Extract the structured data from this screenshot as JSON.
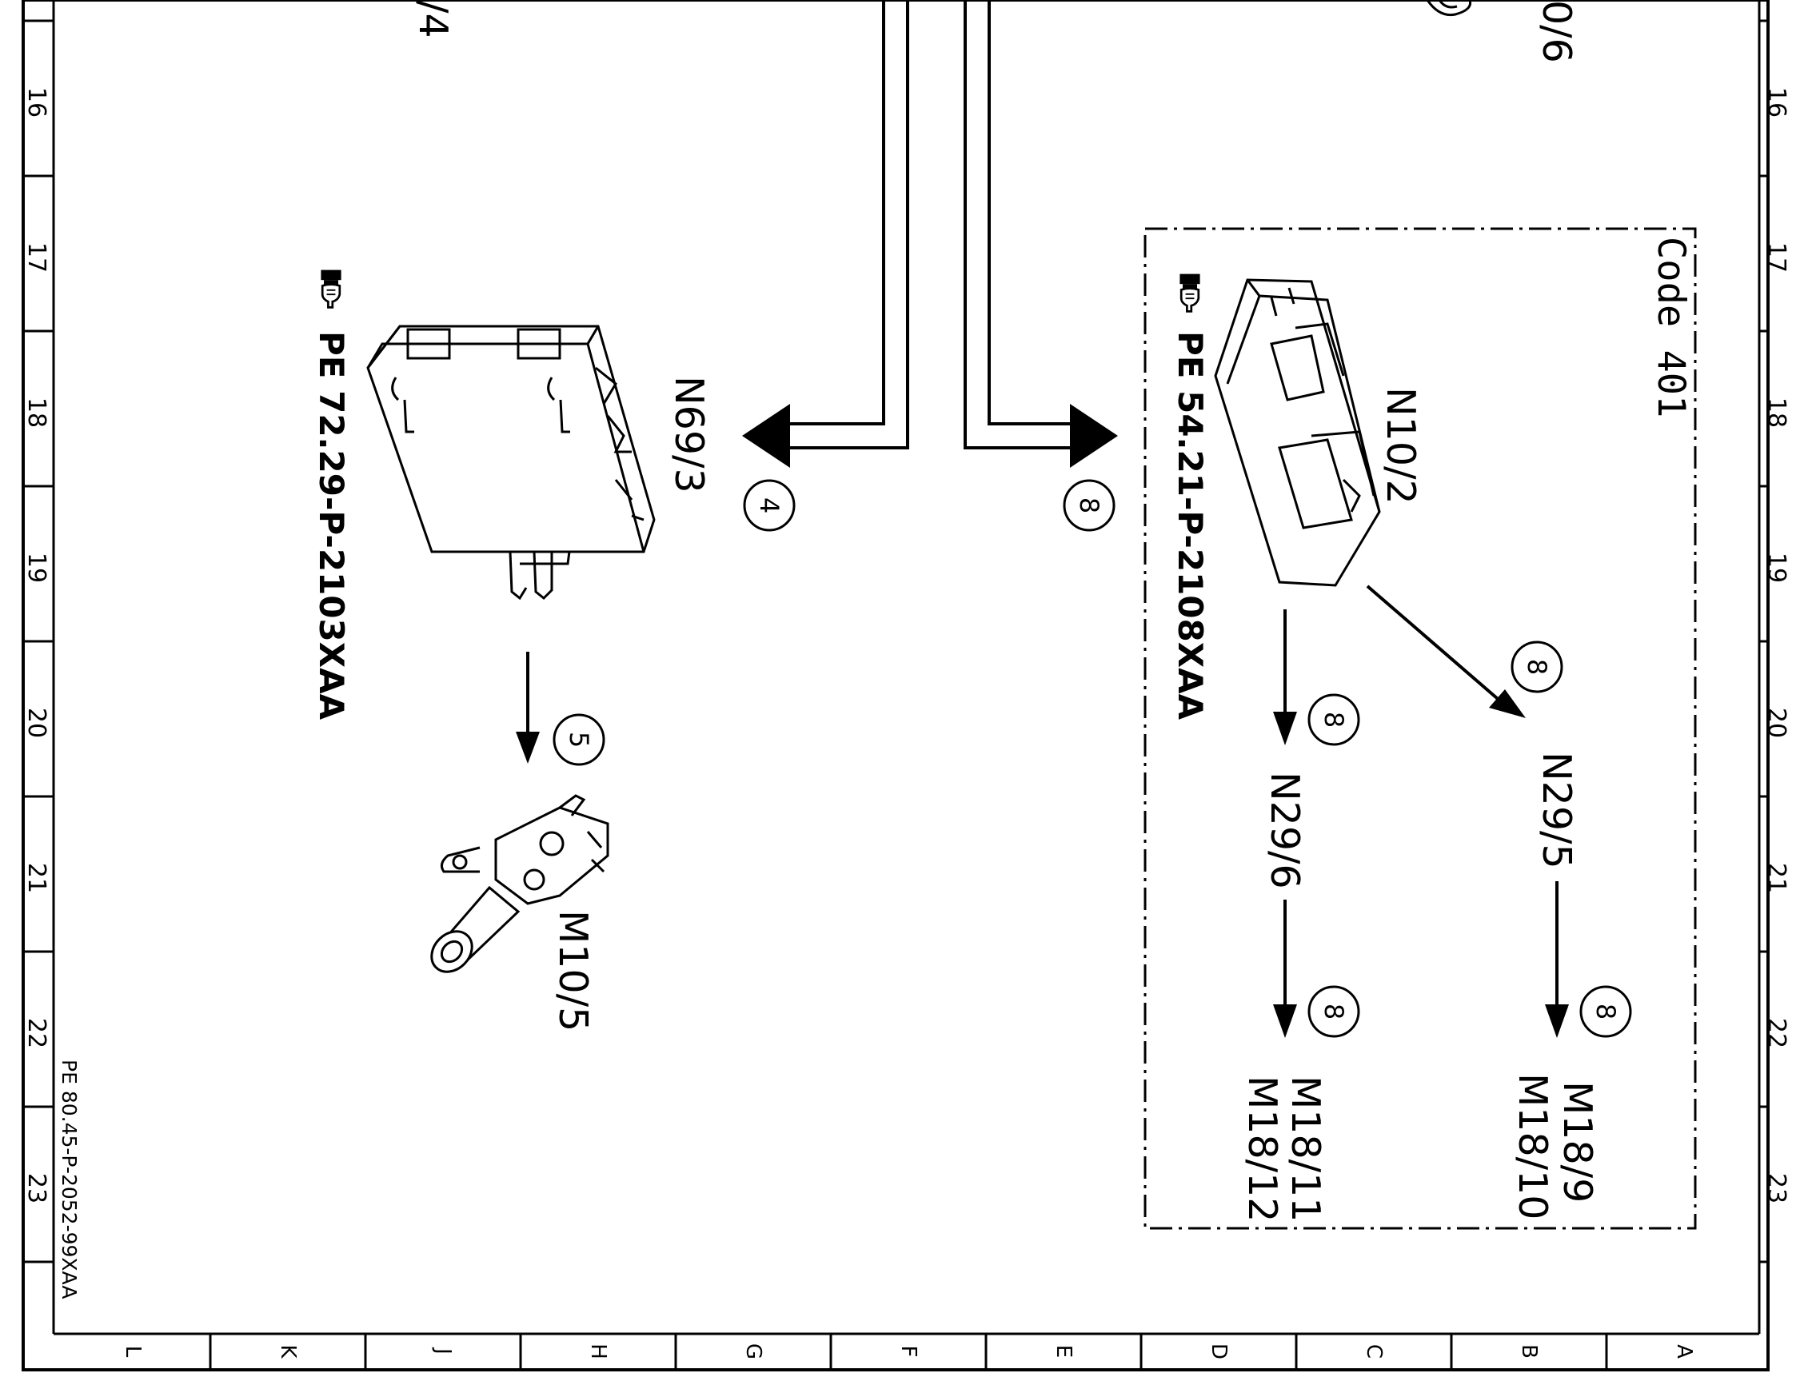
{
  "drawing_ref": "PE 80.45-P-2052-99XAA",
  "frame": {
    "row_numbers": [
      "16",
      "17",
      "18",
      "19",
      "20",
      "21",
      "22",
      "23"
    ],
    "column_letters": [
      "L",
      "K",
      "J",
      "H",
      "G",
      "F",
      "E",
      "D",
      "C",
      "B",
      "A"
    ]
  },
  "edge_fragments": {
    "top_left": "/4",
    "top_right": "0/6"
  },
  "components": {
    "n69_3": {
      "label": "N69/3",
      "ref": "PE 72.29-P-2103XAA"
    },
    "m10_5": {
      "label": "M10/5"
    },
    "n10_2": {
      "label": "N10/2",
      "ref": "PE 54.21-P-2108XAA"
    },
    "n29_5": {
      "label": "N29/5"
    },
    "n29_6": {
      "label": "N29/6"
    },
    "m18_9": {
      "label": "M18/9",
      "label2": "M18/10"
    },
    "m18_11": {
      "label": "M18/11",
      "label2": "M18/12"
    }
  },
  "code_box": {
    "label": "Code 401"
  },
  "circle_markers": {
    "to_n69_3": "4",
    "to_n10_2": "8",
    "to_m10_5": "5",
    "to_n29_5": "8",
    "to_n29_6": "8",
    "to_m18_9": "8",
    "to_m18_11": "8"
  },
  "icons": {
    "reference": "pointing-hand-book-icon"
  }
}
